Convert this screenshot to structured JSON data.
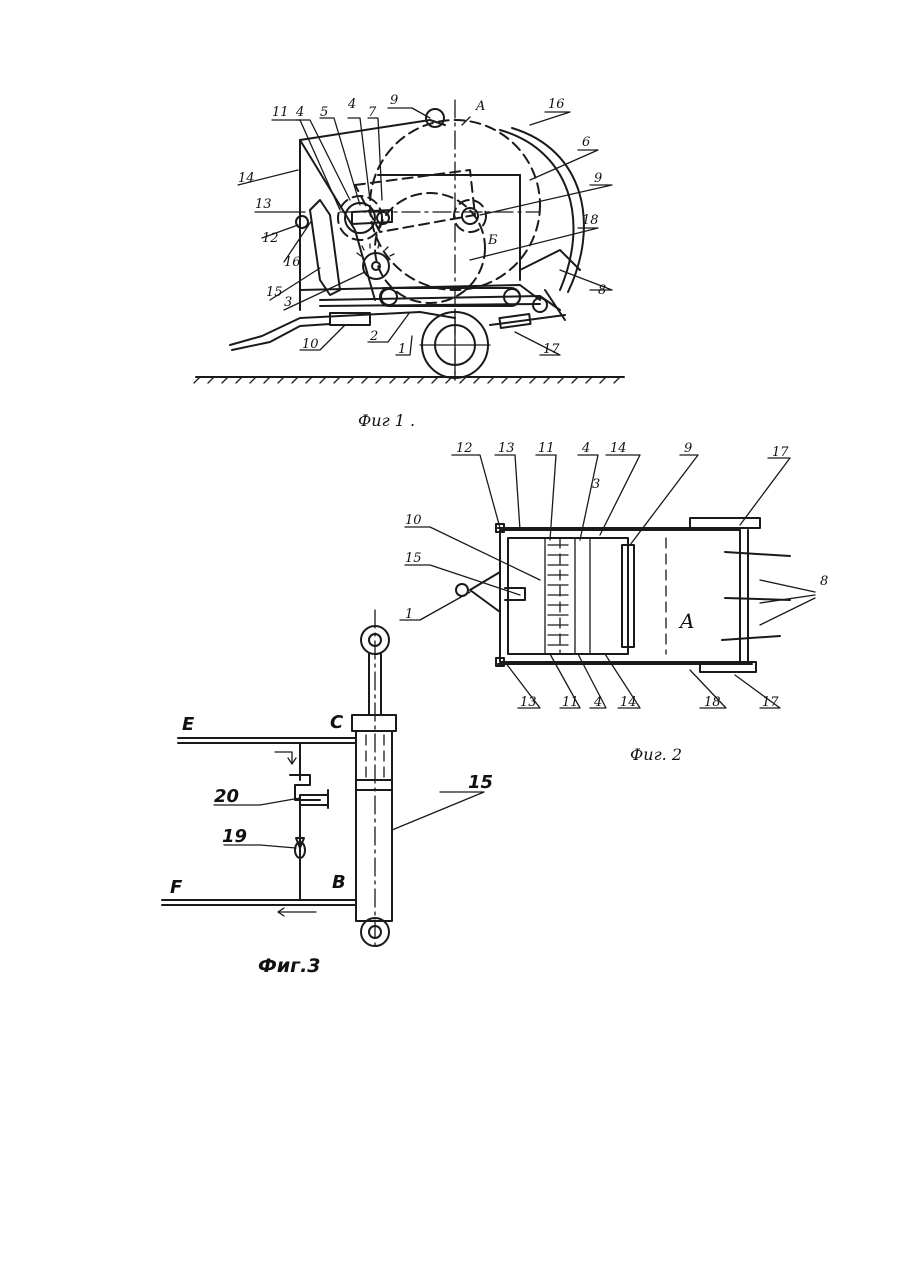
{
  "figure1": {
    "caption": "Фиг 1 .",
    "labels": [
      "11",
      "4",
      "5",
      "4",
      "7",
      "9",
      "A",
      "16",
      "6",
      "14",
      "9",
      "13",
      "12",
      "16",
      "15",
      "3",
      "18",
      "Б",
      "8",
      "10",
      "2",
      "1",
      "17"
    ]
  },
  "figure2": {
    "caption": "Фиг. 2",
    "labels": [
      "12",
      "13",
      "11",
      "4",
      "14",
      "9",
      "17",
      "3",
      "10",
      "15",
      "1",
      "8",
      "A",
      "13",
      "11",
      "4",
      "14",
      "18",
      "17"
    ]
  },
  "figure3": {
    "caption": "Фиг.3",
    "labels": [
      "E",
      "C",
      "15",
      "20",
      "19",
      "F",
      "B"
    ]
  }
}
